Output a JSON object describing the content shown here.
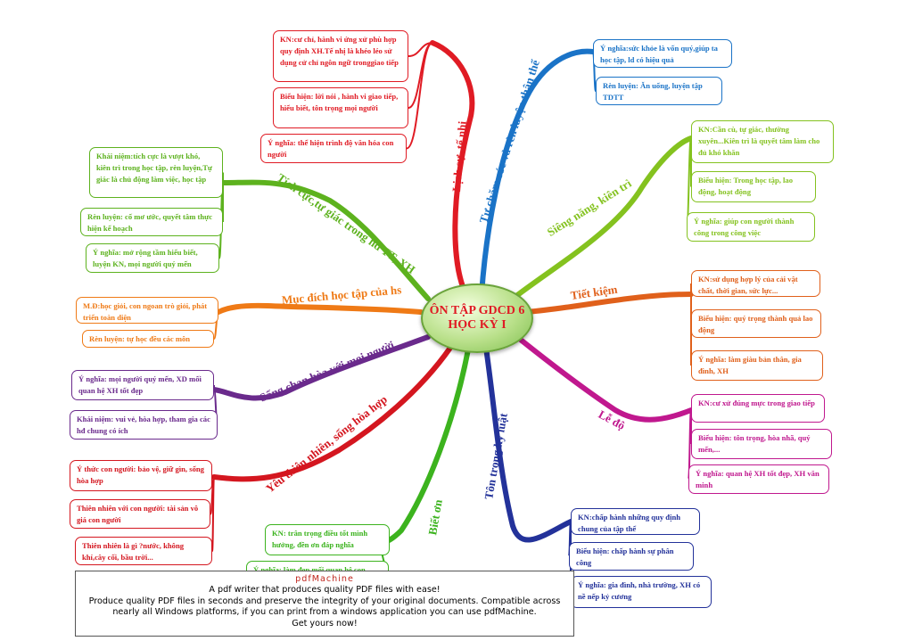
{
  "center": {
    "line1": "ÔN TẬP GDCD 6",
    "line2": "HỌC KỲ I"
  },
  "branches": [
    {
      "label": "Lịch sự, tế nhị",
      "color": "#e01b24",
      "boxes": [
        "KN:cư chỉ, hành vi ứng xử phù hợp quy định XH.Tế nhị là khéo léo sử dụng cử chỉ ngôn ngữ tronggiao tiếp",
        "Biểu hiện: lời nói , hành vi giao tiếp, hiểu biết, tôn trọng mọi người",
        "Ý nghĩa: thể hiện trình độ văn hóa con người"
      ]
    },
    {
      "label": "Tự chăm sóc và rèn luyện thân thể",
      "color": "#1a73c7",
      "boxes": [
        "Ý nghĩa:sức khỏe là vốn quý,giúp ta học tập, ld có hiệu quả",
        "Rèn luyện: Ăn uống, luyện tập TDTT"
      ]
    },
    {
      "label": "Siêng năng, kiên trì",
      "color": "#84c21f",
      "boxes": [
        "KN:Cần cù, tự giác, thường xuyên...Kiên trì là quyết tâm làm cho đủ khó khăn",
        "Biểu hiện: Trong học tập, lao động, hoạt động",
        "Ý nghĩa: giúp con người thành công trong công việc"
      ]
    },
    {
      "label": "Tiết kiệm",
      "color": "#e0601b",
      "boxes": [
        "KN:sử dụng hợp lý của cải vật chất, thời gian, sức lực...",
        "Biểu hiện: quý trọng thành quả lao động",
        "Ý nghĩa: làm giàu bản thân, gia đình, XH"
      ]
    },
    {
      "label": "Lễ độ",
      "color": "#c0188e",
      "boxes": [
        "KN:cư xử đúng mực trong giao tiếp",
        "Biểu hiện: tôn trọng, hòa nhã, quý mến,...",
        "Ý nghĩa: quan hệ XH tốt đẹp, XH văn minh"
      ]
    },
    {
      "label": "Tôn trọng kỷ luật",
      "color": "#23329a",
      "boxes": [
        "KN:chấp hành những quy định chung của tập thể",
        "Biểu hiện: chấp hành sự phân công",
        "Ý nghĩa: gia đình, nhà trường, XH có nề nếp kỷ cương"
      ]
    },
    {
      "label": "Biết ơn",
      "color": "#3cb31e",
      "boxes": [
        "KN: trân trọng điều tốt mình hưởng, đền ơn đáp nghĩa",
        "Ý nghĩa: làm đẹp mối quan hệ con"
      ]
    },
    {
      "label": "Yêu thiên nhiên, sống hòa hợp",
      "color": "#d4161f",
      "boxes": [
        "Ý thức con người: bảo vệ, giữ gìn, sống hòa hợp",
        "Thiên nhiên với con người: tài sản vô giá con người",
        "Thiên nhiên là gì ?nước, không khí,cây cối, bầu trời..."
      ]
    },
    {
      "label": "Sống chan hòa với mọi người",
      "color": "#6a2a8c",
      "boxes": [
        "Ý nghĩa: mọi người quý mến, XD mối quan hệ XH tốt đẹp",
        "Khái niệm: vui vẻ, hòa hợp, tham gia các hđ chung có ích"
      ]
    },
    {
      "label": "Mục đích học tập của hs",
      "color": "#ef7a16",
      "boxes": [
        "M.Đ:học giỏi, con ngoan trò giỏi, phát triển toàn diện",
        "Rèn luyện: tự học đều các môn"
      ]
    },
    {
      "label": "Tích cực,tự giác trong hđ TT, XH",
      "color": "#5db21e",
      "boxes": [
        "Khái niệm:tích cực là vượt khó, kiên trì trong học tập, rèn luyện,Tự giác là chủ động làm việc, học tập",
        "Rèn luyện: cố mơ ước, quyết tâm thực hiện kế hoạch",
        "Ý nghĩa: mở rộng tầm hiểu biết, luyện KN, mọi người quý mến"
      ]
    }
  ],
  "banner": {
    "brand": "pdfMachine",
    "tagline": "A pdf writer that produces quality PDF files with ease!",
    "desc": "Produce quality PDF files in seconds and preserve the integrity of your original documents. Compatible across nearly all Windows platforms, if you can print from a windows application you can use pdfMachine.",
    "cta": "Get yours now!"
  }
}
